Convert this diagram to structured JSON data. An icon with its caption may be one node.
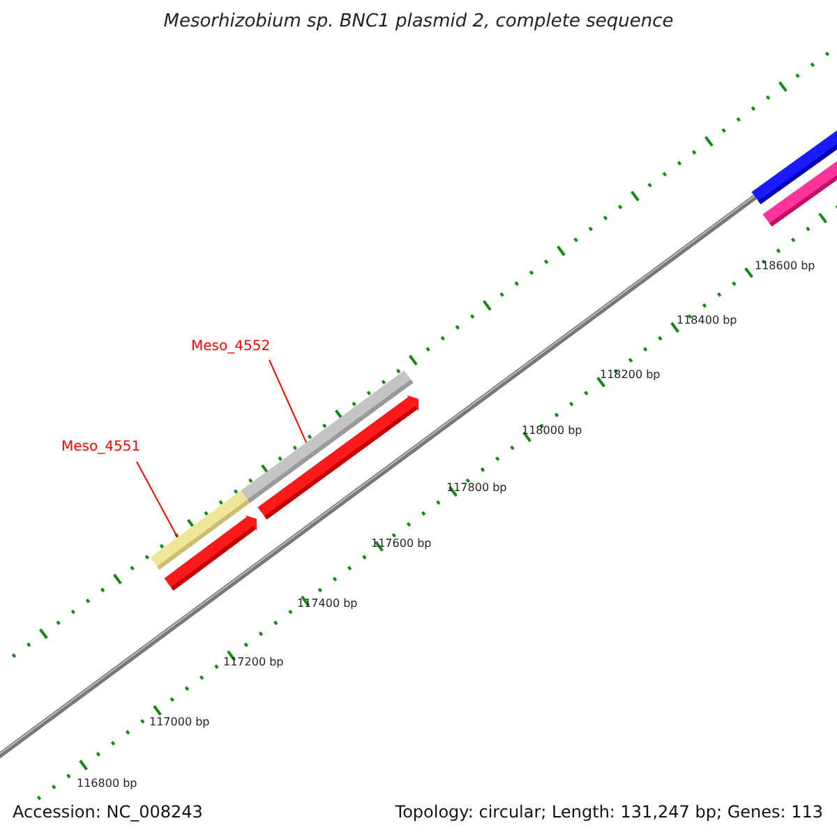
{
  "diagram": {
    "title": "Mesorhizobium sp. BNC1 plasmid 2, complete sequence",
    "nodes": [
      {
        "text": [
          "Meso_4551"
        ]
      },
      {
        "text": [
          "Meso_4552"
        ]
      },
      {
        "text": [],
        "shape": "bar"
      },
      {
        "text": [],
        "shape": "bar"
      }
    ],
    "edges": [
      {
        "from": 0,
        "to": 2,
        "arrow": "none"
      },
      {
        "from": 1,
        "to": 3,
        "arrow": "none"
      }
    ],
    "labels": [
      "118600 bp",
      "118400 bp",
      "118200 bp",
      "118000 bp",
      "117800 bp",
      "117600 bp",
      "117400 bp",
      "117200 bp",
      "117000 bp",
      "116800 bp",
      "Accession: NC_008243",
      "Topology: circular; Length: 131,247 bp; Genes: 113"
    ]
  }
}
